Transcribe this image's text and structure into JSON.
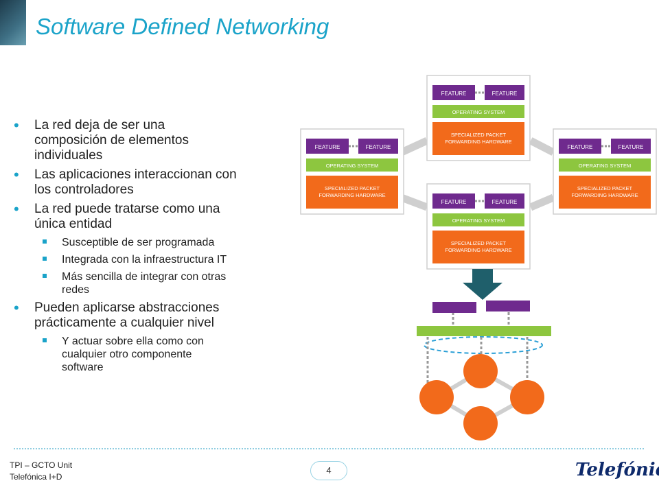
{
  "slide": {
    "title": "Software Defined Networking",
    "page_number": "4"
  },
  "bullets": [
    {
      "level": 1,
      "text": "La red deja de ser una composición de elementos individuales",
      "lines": [
        "La red deja de ser una",
        "composición de elementos",
        "individuales"
      ]
    },
    {
      "level": 1,
      "text": "Las aplicaciones interaccionan con los controladores",
      "lines": [
        "Las aplicaciones interaccionan con",
        "los controladores"
      ]
    },
    {
      "level": 1,
      "text": "La red puede tratarse como una única entidad",
      "lines": [
        "La red puede tratarse como una",
        "única entidad"
      ]
    },
    {
      "level": 2,
      "text": "Susceptible de ser programada",
      "lines": [
        "Susceptible de ser programada"
      ]
    },
    {
      "level": 2,
      "text": "Integrada con la infraestructura IT",
      "lines": [
        "Integrada con la infraestructura IT"
      ]
    },
    {
      "level": 2,
      "text": "Más sencilla de integrar con otras redes",
      "lines": [
        "Más sencilla de integrar con otras",
        "redes"
      ]
    },
    {
      "level": 1,
      "text": "Pueden aplicarse abstracciones prácticamente a cualquier nivel",
      "lines": [
        "Pueden aplicarse abstracciones",
        "prácticamente a cualquier nivel"
      ]
    },
    {
      "level": 2,
      "text": "Y actuar sobre ella como con cualquier otro componente software",
      "lines": [
        "Y actuar sobre ella como con",
        "cualquier otro componente",
        "software"
      ]
    }
  ],
  "diagram": {
    "feature_label": "FEATURE",
    "os_label": "OPERATING SYSTEM",
    "hw_label_line1": "SPECIALIZED PACKET",
    "hw_label_line2": "FORWARDING HARDWARE",
    "colors": {
      "feature": "#6f2a8e",
      "os": "#8dc63f",
      "hw": "#f26a1b",
      "arrow": "#1f5f6b",
      "link": "#cfcfcf",
      "node": "#f26a1b"
    }
  },
  "footer": {
    "unit": "TPI – GCTO Unit",
    "org": "Telefónica I+D",
    "logo_text": "Telefónica"
  }
}
